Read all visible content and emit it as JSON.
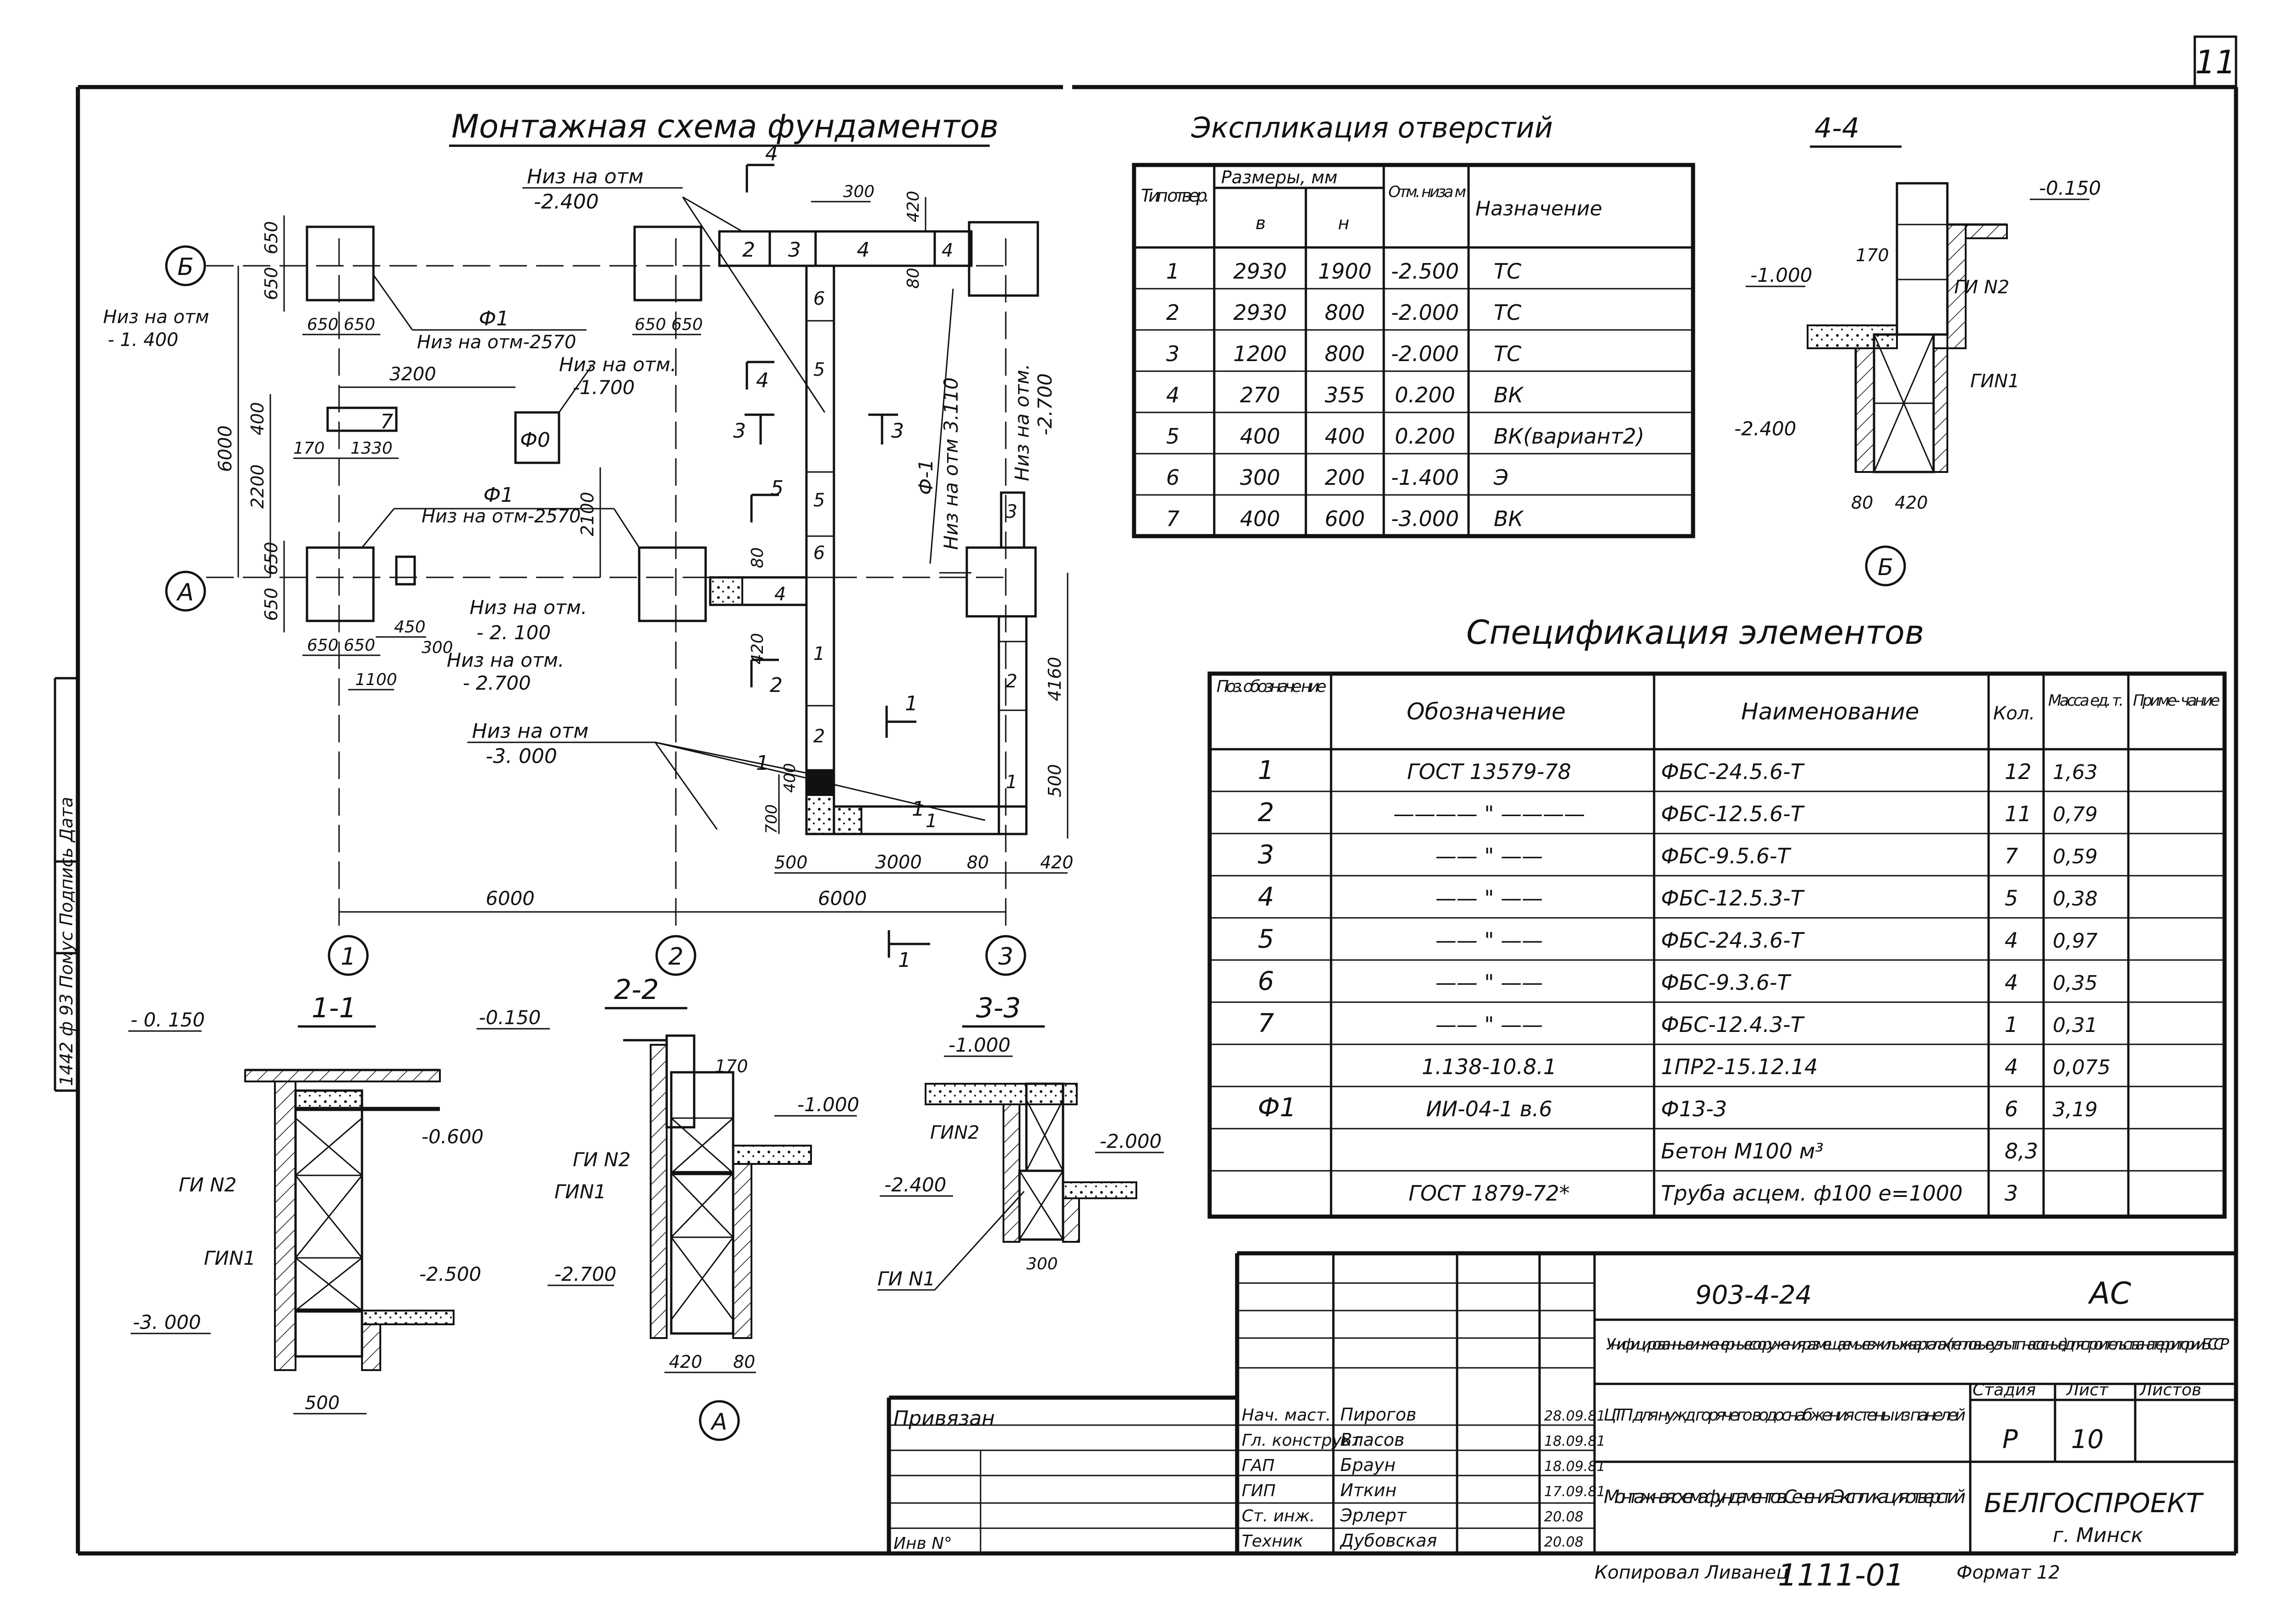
{
  "sheet": {
    "number": "11"
  },
  "side_stamp": {
    "text": "1442 ф 93    Помус    Подпись    Дата"
  },
  "plan": {
    "title": "Монтажная схема фундаментов",
    "axes_letters": [
      "Б",
      "А"
    ],
    "axes_numbers": [
      "1",
      "2",
      "3"
    ],
    "labels": {
      "niz_2400": "Низ на отм",
      "niz_2400_val": "-2.400",
      "niz_1400": "Низ на отм",
      "niz_1400_val": "- 1. 400",
      "f1_top": "Ф1",
      "f1_top_sub": "Низ на отм-2570",
      "niz_1700": "Низ на отм.",
      "niz_1700_val": "-1.700",
      "f0": "Ф0",
      "f1_mid": "Ф1",
      "f1_mid_sub": "Низ на отм-2570",
      "niz_2100": "Низ на отм.",
      "niz_2100_val": "- 2. 100",
      "niz_2700": "Низ на отм.",
      "niz_2700_val": "- 2.700",
      "niz_3000": "Низ на отм",
      "niz_3000_val": "-3. 000",
      "f1_vert": "Ф-1",
      "niz_310": "Низ на отм 3.110",
      "niz_r_2700": "Низ на отм.",
      "niz_r_2700_val": "-2.700"
    },
    "dims": {
      "d650a": "650",
      "d650b": "650",
      "d650c": "650",
      "d650d": "650",
      "d650_650_l": "650 650",
      "d650_650_m": "650 650",
      "d650_650_bl": "650 650",
      "d6000v": "6000",
      "d400": "400",
      "d2200": "2200",
      "d3200": "3200",
      "d170": "170",
      "d1330": "1330",
      "d2100": "2100",
      "d450": "450",
      "d300b": "300",
      "d1100": "1100",
      "d300t": "300",
      "d420t": "420",
      "d80t": "80",
      "d80m": "80",
      "d420m": "420",
      "d700": "700",
      "d400b": "400",
      "d500": "500",
      "d3000": "3000",
      "d80b": "80",
      "d420b": "420",
      "d4160": "4160",
      "d500r": "500",
      "d6000a": "6000",
      "d6000b": "6000"
    },
    "cuts": [
      "4",
      "4",
      "3",
      "3",
      "2",
      "2",
      "1",
      "1"
    ],
    "block_numbers": [
      "2",
      "3",
      "4",
      "4",
      "6",
      "5",
      "5",
      "6",
      "5",
      "4",
      "1",
      "2",
      "2",
      "7",
      "1",
      "1",
      "1",
      "2",
      "3",
      "1"
    ]
  },
  "explication": {
    "title": "Экспликация отверстий",
    "headers": {
      "type": "Тип отвер.",
      "sizes": "Размеры, мм",
      "b": "в",
      "h": "н",
      "mark": "Отм. низа м",
      "purpose": "Назначение"
    },
    "rows": [
      {
        "type": "1",
        "b": "2930",
        "h": "1900",
        "mark": "-2.500",
        "purpose": "ТС"
      },
      {
        "type": "2",
        "b": "2930",
        "h": "800",
        "mark": "-2.000",
        "purpose": "ТС"
      },
      {
        "type": "3",
        "b": "1200",
        "h": "800",
        "mark": "-2.000",
        "purpose": "ТС"
      },
      {
        "type": "4",
        "b": "270",
        "h": "355",
        "mark": "0.200",
        "purpose": "ВК"
      },
      {
        "type": "5",
        "b": "400",
        "h": "400",
        "mark": "0.200",
        "purpose": "ВК(вариант2)"
      },
      {
        "type": "6",
        "b": "300",
        "h": "200",
        "mark": "-1.400",
        "purpose": "Э"
      },
      {
        "type": "7",
        "b": "400",
        "h": "600",
        "mark": "-3.000",
        "purpose": "ВК"
      }
    ]
  },
  "section_44": {
    "title": "4-4",
    "labels": {
      "m0150": "-0.150",
      "m1000": "-1.000",
      "m2400": "-2.400",
      "d170": "170",
      "d80": "80",
      "d420": "420",
      "gin2": "ГИ N2",
      "gin1": "ГИN1",
      "axis": "Б"
    }
  },
  "section_11": {
    "title": "1-1",
    "labels": {
      "m0150": "- 0. 150",
      "m0600": "-0.600",
      "m2500": "-2.500",
      "m3000": "-3. 000",
      "gin2": "ГИ N2",
      "gin1": "ГИN1",
      "d500": "500"
    }
  },
  "section_22": {
    "title": "2-2",
    "labels": {
      "m0150": "-0.150",
      "m1000": "-1.000",
      "m2700": "-2.700",
      "d170": "170",
      "gin2": "ГИ N2",
      "gin1": "ГИN1",
      "d420": "420",
      "d80": "80",
      "axis": "А"
    }
  },
  "section_33": {
    "title": "3-3",
    "labels": {
      "m1000": "-1.000",
      "m2000": "-2.000",
      "m2400": "-2.400",
      "gin2": "ГИN2",
      "gin1": "ГИ N1",
      "d300": "300"
    }
  },
  "specification": {
    "title": "Спецификация элементов",
    "headers": {
      "pos": "Поз. обозначе ние",
      "designation": "Обозначение",
      "name": "Наименование",
      "qty": "Кол.",
      "mass": "Масса ед. т.",
      "note": "Приме- чание"
    },
    "rows": [
      {
        "pos": "1",
        "designation": "ГОСТ 13579-78",
        "name": "ФБС-24.5.6-Т",
        "qty": "12",
        "mass": "1,63"
      },
      {
        "pos": "2",
        "designation": "———— \" ————",
        "name": "ФБС-12.5.6-Т",
        "qty": "11",
        "mass": "0,79"
      },
      {
        "pos": "3",
        "designation": "—— \" ——",
        "name": "ФБС-9.5.6-Т",
        "qty": "7",
        "mass": "0,59"
      },
      {
        "pos": "4",
        "designation": "—— \" ——",
        "name": "ФБС-12.5.3-Т",
        "qty": "5",
        "mass": "0,38"
      },
      {
        "pos": "5",
        "designation": "—— \" ——",
        "name": "ФБС-24.3.6-Т",
        "qty": "4",
        "mass": "0,97"
      },
      {
        "pos": "6",
        "designation": "—— \" ——",
        "name": "ФБС-9.3.6-Т",
        "qty": "4",
        "mass": "0,35"
      },
      {
        "pos": "7",
        "designation": "—— \" ——",
        "name": "ФБС-12.4.3-Т",
        "qty": "1",
        "mass": "0,31"
      },
      {
        "pos": "",
        "designation": "1.138-10.8.1",
        "name": "1ПР2-15.12.14",
        "qty": "4",
        "mass": "0,075"
      },
      {
        "pos": "Ф1",
        "designation": "ИИ-04-1 в.6",
        "name": "Ф13-3",
        "qty": "6",
        "mass": "3,19"
      },
      {
        "pos": "",
        "designation": "",
        "name": "Бетон М100   м³",
        "qty": "8,3",
        "mass": ""
      },
      {
        "pos": "",
        "designation": "ГОСТ 1879-72*",
        "name": "Труба асцем. ф100 е=1000",
        "qty": "3",
        "mass": ""
      }
    ]
  },
  "title_block": {
    "code": "903-4-24",
    "mark": "АС",
    "project": "Унифицированные инженерные сооружения размещаемые в жилых кварталах (тепловые узлы т.п. насосные) для строительства на территории БССР",
    "object": "ЦТП для нужд горячего водоснабжения стены из панелей",
    "sheet_name": "Монтажная схема фундаментов. Сечения. Экспликация отверстий",
    "stage_label": "Стадия",
    "sheet_label": "Лист",
    "sheets_label": "Листов",
    "stage": "Р",
    "sheet": "10",
    "org": "БЕЛГОСПРОЕКТ",
    "city": "г. Минск",
    "bound": "Привязан",
    "inv": "Инв N°",
    "staff": [
      {
        "role": "Нач. маст.",
        "name": "Пирогов",
        "date": "28.09.81"
      },
      {
        "role": "Гл. конструкт",
        "name": "Власов",
        "date": "18.09.81"
      },
      {
        "role": "ГАП",
        "name": "Браун",
        "date": "18.09.81"
      },
      {
        "role": "ГИП",
        "name": "Иткин",
        "date": "17.09.81"
      },
      {
        "role": "Ст. инж.",
        "name": "Эрлерт",
        "date": "20.08"
      },
      {
        "role": "Техник",
        "name": "Дубовская",
        "date": "20.08"
      }
    ],
    "copied": "Копировал Ливанец",
    "number": "1111-01",
    "format": "Формат 12"
  }
}
